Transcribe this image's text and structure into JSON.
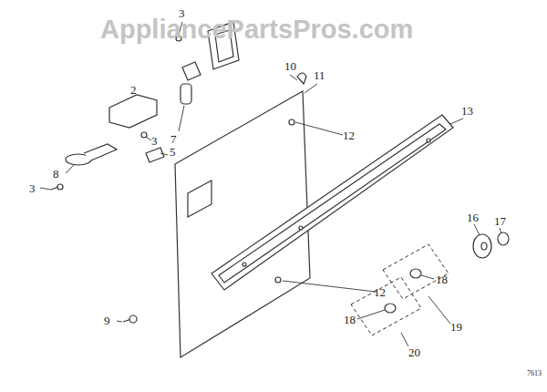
{
  "diagram": {
    "labels": [
      "AppliancePartsPros.com",
      "3",
      "10",
      "11",
      "2",
      "7",
      "3",
      "5",
      "3",
      "8",
      "12",
      "13",
      "16",
      "17",
      "12",
      "18",
      "18",
      "19",
      "20",
      "9",
      "7613"
    ]
  }
}
